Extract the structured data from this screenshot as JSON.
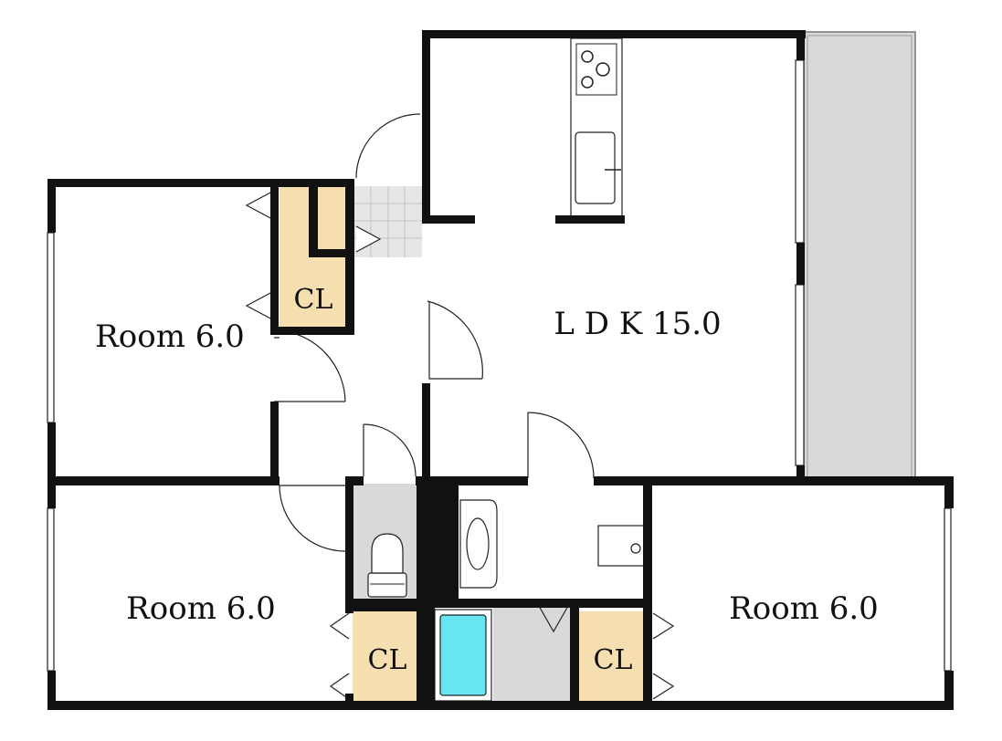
{
  "rooms": {
    "room_nw": "Room 6.0",
    "ldk": "L D K 15.0",
    "room_sw": "Room 6.0",
    "room_se": "Room 6.0"
  },
  "closets": {
    "cl_nw": "CL",
    "cl_sw": "CL",
    "cl_se": "CL"
  },
  "colors": {
    "wall": "#111111",
    "closet": "#f5deb0",
    "balcony": "#d9d9d9",
    "wet_area": "#d9d9d9",
    "bathtub": "#66e5f2",
    "entrance_tile": "#e6e6e6"
  }
}
